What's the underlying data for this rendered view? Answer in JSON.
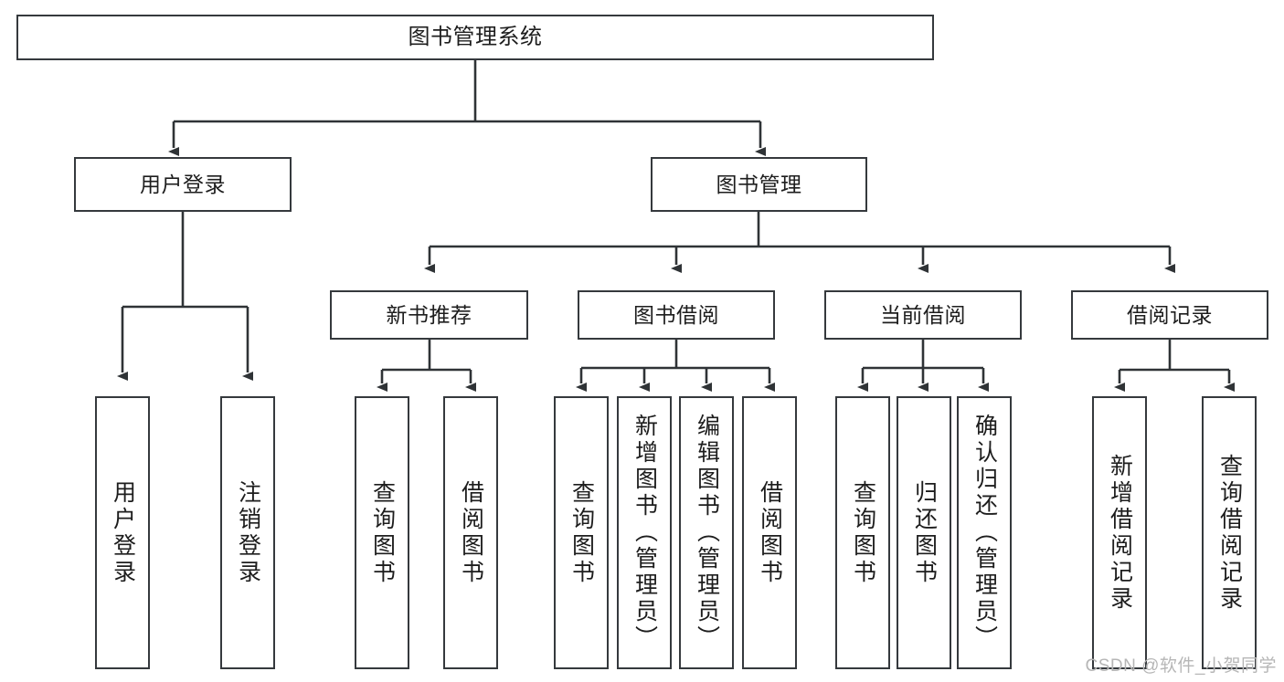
{
  "diagram": {
    "title": "图书管理系统",
    "type": "hierarchy-tree",
    "root": {
      "id": "root",
      "label": "图书管理系统"
    },
    "level2": [
      {
        "id": "user-login",
        "label": "用户登录"
      },
      {
        "id": "book-management",
        "label": "图书管理"
      }
    ],
    "level3": [
      {
        "id": "new-book-recommend",
        "label": "新书推荐"
      },
      {
        "id": "book-borrow",
        "label": "图书借阅"
      },
      {
        "id": "current-borrow",
        "label": "当前借阅"
      },
      {
        "id": "borrow-record",
        "label": "借阅记录"
      }
    ],
    "leaves": [
      {
        "id": "leaf-user-login",
        "label": "用户登录",
        "parent": "user-login"
      },
      {
        "id": "leaf-logout",
        "label": "注销登录",
        "parent": "user-login"
      },
      {
        "id": "leaf-query-book-1",
        "label": "查询图书",
        "parent": "new-book-recommend"
      },
      {
        "id": "leaf-borrow-book-1",
        "label": "借阅图书",
        "parent": "new-book-recommend"
      },
      {
        "id": "leaf-query-book-2",
        "label": "查询图书",
        "parent": "book-borrow"
      },
      {
        "id": "leaf-add-book",
        "label": "新增图书（管理员）",
        "parent": "book-borrow"
      },
      {
        "id": "leaf-edit-book",
        "label": "编辑图书（管理员）",
        "parent": "book-borrow"
      },
      {
        "id": "leaf-borrow-book-2",
        "label": "借阅图书",
        "parent": "book-borrow"
      },
      {
        "id": "leaf-query-book-3",
        "label": "查询图书",
        "parent": "current-borrow"
      },
      {
        "id": "leaf-return-book",
        "label": "归还图书",
        "parent": "current-borrow"
      },
      {
        "id": "leaf-confirm-return",
        "label": "确认归还（管理员）",
        "parent": "current-borrow"
      },
      {
        "id": "leaf-add-record",
        "label": "新增借阅记录",
        "parent": "borrow-record"
      },
      {
        "id": "leaf-query-record",
        "label": "查询借阅记录",
        "parent": "borrow-record"
      }
    ],
    "watermark": "CSDN @软件_小贺同学",
    "colors": {
      "box_border": "#35393d",
      "connector": "#2f3336",
      "text": "#1d1d1d",
      "background": "#ffffff",
      "watermark": "#b6b6b6"
    }
  }
}
